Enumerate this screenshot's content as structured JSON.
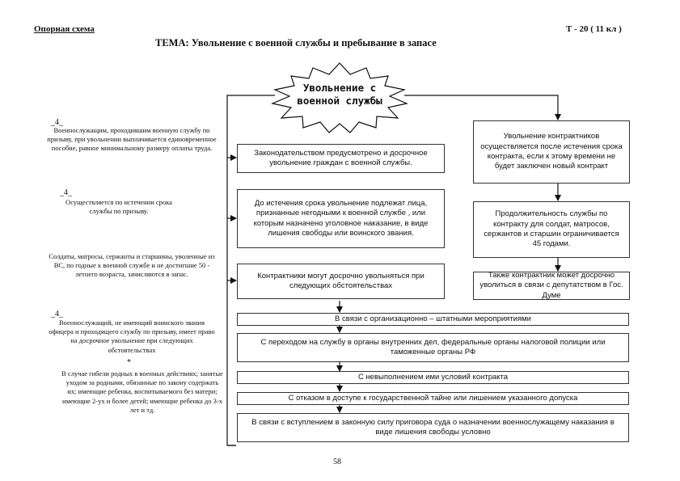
{
  "header": {
    "left": "Опорная схема",
    "right": "Т - 20 ( 11 кл )",
    "title": "ТЕМА: Увольнение с военной службы и пребывание в запасе"
  },
  "burst": {
    "text": "Увольнение с военной службы"
  },
  "left_column": {
    "box1": "Законодательством предусмотрено и досрочное увольнение граждан с военной службы.",
    "box2": "До истечения срока увольнение подлежат лица, признанные негодными к военной службе , или которым назначено уголовное наказание, в виде лишения свободы или воинского звания.",
    "box3": "Контрактники могут досрочно увольняться при следующих обстоятельствах"
  },
  "right_column": {
    "box1": "Увольнение контрактников осуществляется после истечения срока контракта, если к этому времени не будет заключен новый контракт",
    "box2": "Продолжительность службы по контракту для солдат, матросов, сержантов и старшин ограничивается 45 годами.",
    "box3": "Также контрактник может досрочно уволиться в связи с депутатством в Гос. Думе"
  },
  "conditions": [
    "В связи с организационно – штатными мероприятиями",
    "С переходом на службу в органы внутренних дел, федеральные органы налоговой полиции или таможенные органы РФ",
    "С невыполнением ими условий контракта",
    "С отказом в доступе к государственной тайне или лишением указанного допуска",
    "В связи с вступлением в законную силу приговора суда о назначении военнослужащему наказания в виде лишения свободы условно"
  ],
  "side_notes": {
    "mark1": "_4_",
    "note1": "Военнослужащим, проходившим военную службу по призыву, при увольнении выплачивается единовременное пособие, равное минимальному размеру оплаты труда.",
    "mark2": "_4_",
    "note2": "Осуществляется по истечении срока службы по призыву.",
    "note3": "Солдаты, матросы, сержанты и старшины, уволенные из ВС, по годные к военной службе и не достигшие 50 - летнего возраста, зачисляются в запас.",
    "mark3": "_4_",
    "note4": "Военнослужащий, не имеющий воинского звания офицера и проходящего службу по призыву, имеет право на досрочное увольнение при следующих обстоятельствах",
    "mark4": "*",
    "note5": "В случае гибели родных в военных действиях; занятые уходом за родными, обязанные по закону содержать их; имеющие ребенка, воспитываемого без матери; имеющие 2-ух и более детей; имеющие ребенка до 3-х лет и тд."
  },
  "page_number": "58"
}
